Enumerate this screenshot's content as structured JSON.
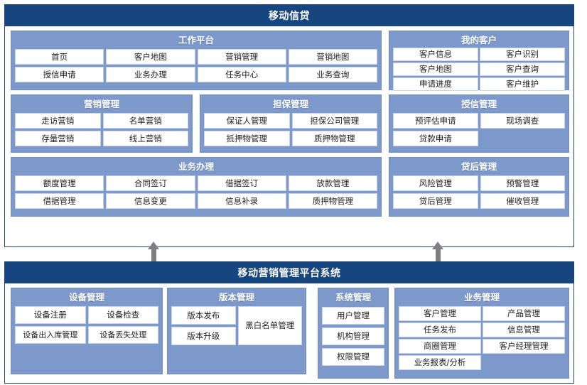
{
  "top_panel": {
    "title": "移动信贷",
    "groups": [
      {
        "name": "work-platform",
        "title": "工作平台",
        "cols": 4,
        "items": [
          "首页",
          "客户地图",
          "营销管理",
          "营销地图",
          "授信申请",
          "业务办理",
          "任务中心",
          "业务查询"
        ]
      },
      {
        "name": "my-customers",
        "title": "我的客户",
        "cols": 2,
        "items": [
          "客户信息",
          "客户识别",
          "客户地图",
          "客户查询",
          "申请进度",
          "客户维护"
        ]
      },
      {
        "name": "marketing-management",
        "title": "营销管理",
        "cols": 2,
        "items": [
          "走访营销",
          "名单营销",
          "存量营销",
          "线上营销"
        ]
      },
      {
        "name": "guarantee-management",
        "title": "担保管理",
        "cols": 2,
        "items": [
          "保证人管理",
          "担保公司管理",
          "抵押物管理",
          "质押物管理"
        ]
      },
      {
        "name": "credit-management",
        "title": "授信管理",
        "cols": 2,
        "items": [
          "预评估申请",
          "现场调查",
          "贷款申请",
          ""
        ]
      },
      {
        "name": "business-handling",
        "title": "业务办理",
        "cols": 4,
        "items": [
          "额度管理",
          "合同签订",
          "借据签订",
          "放款管理",
          "借据管理",
          "信息变更",
          "信息补录",
          "质押物管理"
        ]
      },
      {
        "name": "post-loan-management",
        "title": "贷后管理",
        "cols": 2,
        "items": [
          "风险管理",
          "预警管理",
          "贷后管理",
          "催收管理"
        ]
      }
    ]
  },
  "arrows": {
    "left_arrow": "up-arrow",
    "right_arrow": "up-arrow"
  },
  "bottom_panel": {
    "title": "移动营销管理平台系统",
    "groups": [
      {
        "name": "device-management",
        "title": "设备管理",
        "cols": 2,
        "items": [
          "设备注册",
          "设备检查",
          "设备出入库管理",
          "设备丢失处理"
        ]
      },
      {
        "name": "version-management",
        "title": "版本管理",
        "cols": 2,
        "items": [
          "版本发布",
          "黑白名单管理",
          "版本升级"
        ]
      },
      {
        "name": "system-management",
        "title": "系统管理",
        "cols": 1,
        "items": [
          "用户管理",
          "机构管理",
          "权限管理"
        ]
      },
      {
        "name": "business-management",
        "title": "业务管理",
        "cols": 2,
        "items": [
          "客户管理",
          "产品管理",
          "任务发布",
          "信息管理",
          "商圈管理",
          "客户经理管理",
          "业务报表/分析",
          ""
        ]
      }
    ]
  },
  "colors": {
    "header_navy": "#16457f",
    "group_blue": "#7d99cc",
    "arrow_gray": "#7f7f7f",
    "cell_white": "#ffffff"
  }
}
